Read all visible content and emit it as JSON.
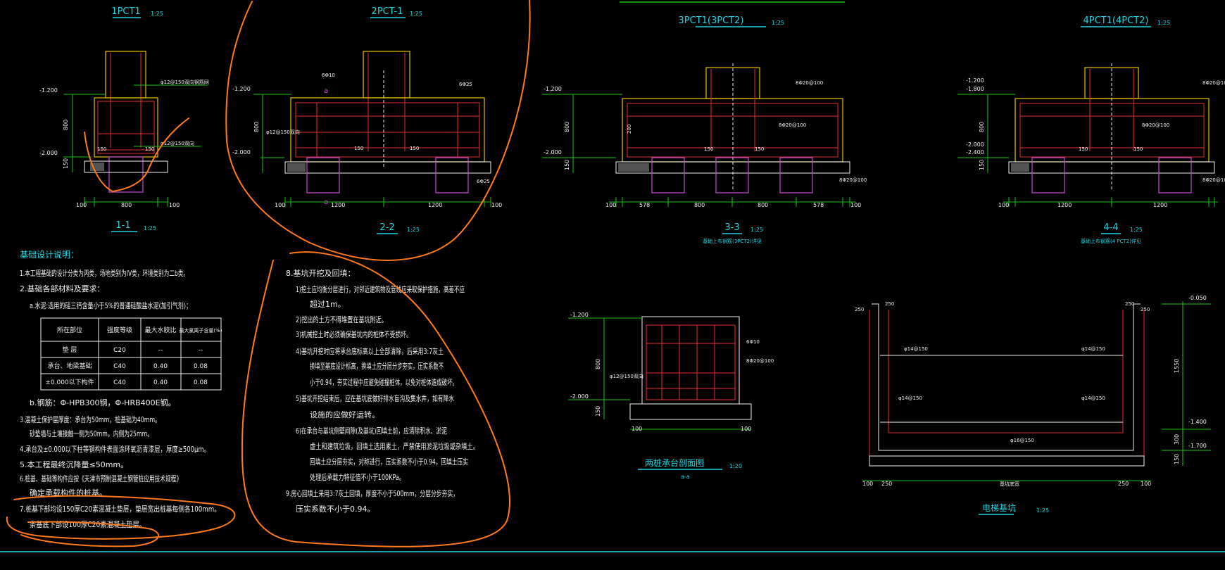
{
  "titles": {
    "pct1": "1PCT1",
    "pct1_scale": "1:25",
    "pct2": "2PCT-1",
    "pct2_scale": "1:25",
    "pct3": "3PCT1(3PCT2)",
    "pct3_scale": "1:25",
    "pct4": "4PCT1(4PCT2)",
    "pct4_scale": "1:25"
  },
  "sections": {
    "s1": "1-1",
    "s1_scale": "1:25",
    "s2": "2-2",
    "s2_scale": "1:25",
    "s3": "3-3",
    "s3_scale": "1:25",
    "s3_note": "基础上布钢筋(3PCT2)详见",
    "s4": "4-4",
    "s4_scale": "1:25",
    "s4_note": "基础上布钢筋(4 PCT2)详见",
    "beam": "两桩承台剖面图",
    "beam_scale": "1:20",
    "beam_sub": "a-a",
    "elevator": "电梯基坑",
    "elevator_scale": "1:25"
  },
  "dims": {
    "el_1200": "-1.200",
    "el_2000": "-2.000",
    "el_1200b": "-1.200",
    "el_1800": "-1.800",
    "el_2400": "-2.400",
    "el_0050": "-0.050",
    "el_1400": "-1.400",
    "el_1700": "-1.700",
    "d100": "100",
    "d800": "800",
    "d150": "150",
    "d1200": "1200",
    "d578": "578",
    "d200": "200",
    "d250": "250",
    "d1550": "1550",
    "d300": "300",
    "bar_12_150": "φ12@150双向钢筋网",
    "bar_12_150b": "φ12@150双向",
    "bar_6_10": "6Φ10",
    "bar_8_200": "8Φ20@100",
    "bar_14_150": "φ14@150",
    "bar_16_150": "φ16@150",
    "a_mark": "a",
    "d_25": "6Φ25",
    "d_bot": "8Φ20@100",
    "elev_width": "基坑底宽"
  },
  "notes_left": {
    "heading": "基础设计说明：",
    "l1": "1.本工程基础的设计分类为丙类，场地类别为IV类，环境类别为二b类。",
    "l2": "2.基础各部材料及要求：",
    "l2a": "a.水泥:选用的硅三钙含量小于5%的普通硅酸盐水泥(加引气剂)；",
    "l2b": "b.钢筋：Φ-HPB300钢，Φ-HRB400E钢。",
    "l3": "3.混凝土保护层厚度：承台为50mm，桩基础为40mm。",
    "l3b": "砂垫墙与土壤接触一侧为50mm，内侧为25mm。",
    "l4": "4.承台及±0.000以下柱等钢构件表面涂环氧沥青漆层，厚度≥500μm。",
    "l5": "5.本工程最终沉降量≤50mm。",
    "l6": "6.桩基、基础等构件应按《天津市预制混凝土钢管桩应用技术规程》",
    "l6b": "确定承载构件的桩基。",
    "l7": "7.桩基下部均设150厚C20素混凝土垫层，垫层宽出桩基每侧各100mm。",
    "l7b": "条基底下部设100厚C20素混凝土垫层。"
  },
  "table": {
    "headers": [
      "所在部位",
      "强度等级",
      "最大水胶比",
      "最大氯离子含量(%)"
    ],
    "rows": [
      [
        "垫  层",
        "C20",
        "--",
        "--"
      ],
      [
        "承台、地梁基础",
        "C40",
        "0.40",
        "0.08"
      ],
      [
        "±0.000以下构件",
        "C40",
        "0.40",
        "0.08"
      ]
    ]
  },
  "notes_mid": {
    "h8": "8.基坑开挖及回填：",
    "m1": "1)挖土应均衡分层进行，对邻近建筑物及管线应采取保护措施，高差不应",
    "m1b": "超过1m。",
    "m2": "2)挖出的土方不得堆置在基坑附近。",
    "m3": "3)机械挖土时必须确保基坑内的桩体不受损坏。",
    "m4": "4)基坑开挖时应将承台底标高以上全部清除，后采用3:7灰土",
    "m4b": "换填至基底设计标高，换填土应分层分步夯实，压实系数不",
    "m4c": "小于0.94，夯实过程中应避免碰撞桩体，以免对桩体造成破坏。",
    "m5": "5)基坑开挖结束后，应在基坑底做好排水盲沟及集水井，如有降水",
    "m5b": "设施的应做好运转。",
    "m6": "6)在承台与基坑侧壁间隙(及基坑)回填土前，应清除积水、淤泥",
    "m6b": "虚土和建筑垃圾，回填土选用素土，严禁使用淤泥垃圾或杂填土。",
    "m6c": "回填土应分层夯实，对称进行，压实系数不小于0.94，回填土压实",
    "m6d": "处理后承载力特征值不小于100KPa。",
    "m9": "9.房心回填土采用3:7灰土回填，厚度不小于500mm，分层分步夯实，",
    "m9b": "压实系数不小于0.94。"
  },
  "colors": {
    "bg": "#000000",
    "concrete": "#e6c300",
    "rebar": "#e53030",
    "dim": "#19c419",
    "pile": "#c64ad6",
    "cyan": "#21d4e0",
    "white": "#f0f0f0",
    "markup": "#ff7a1a"
  }
}
